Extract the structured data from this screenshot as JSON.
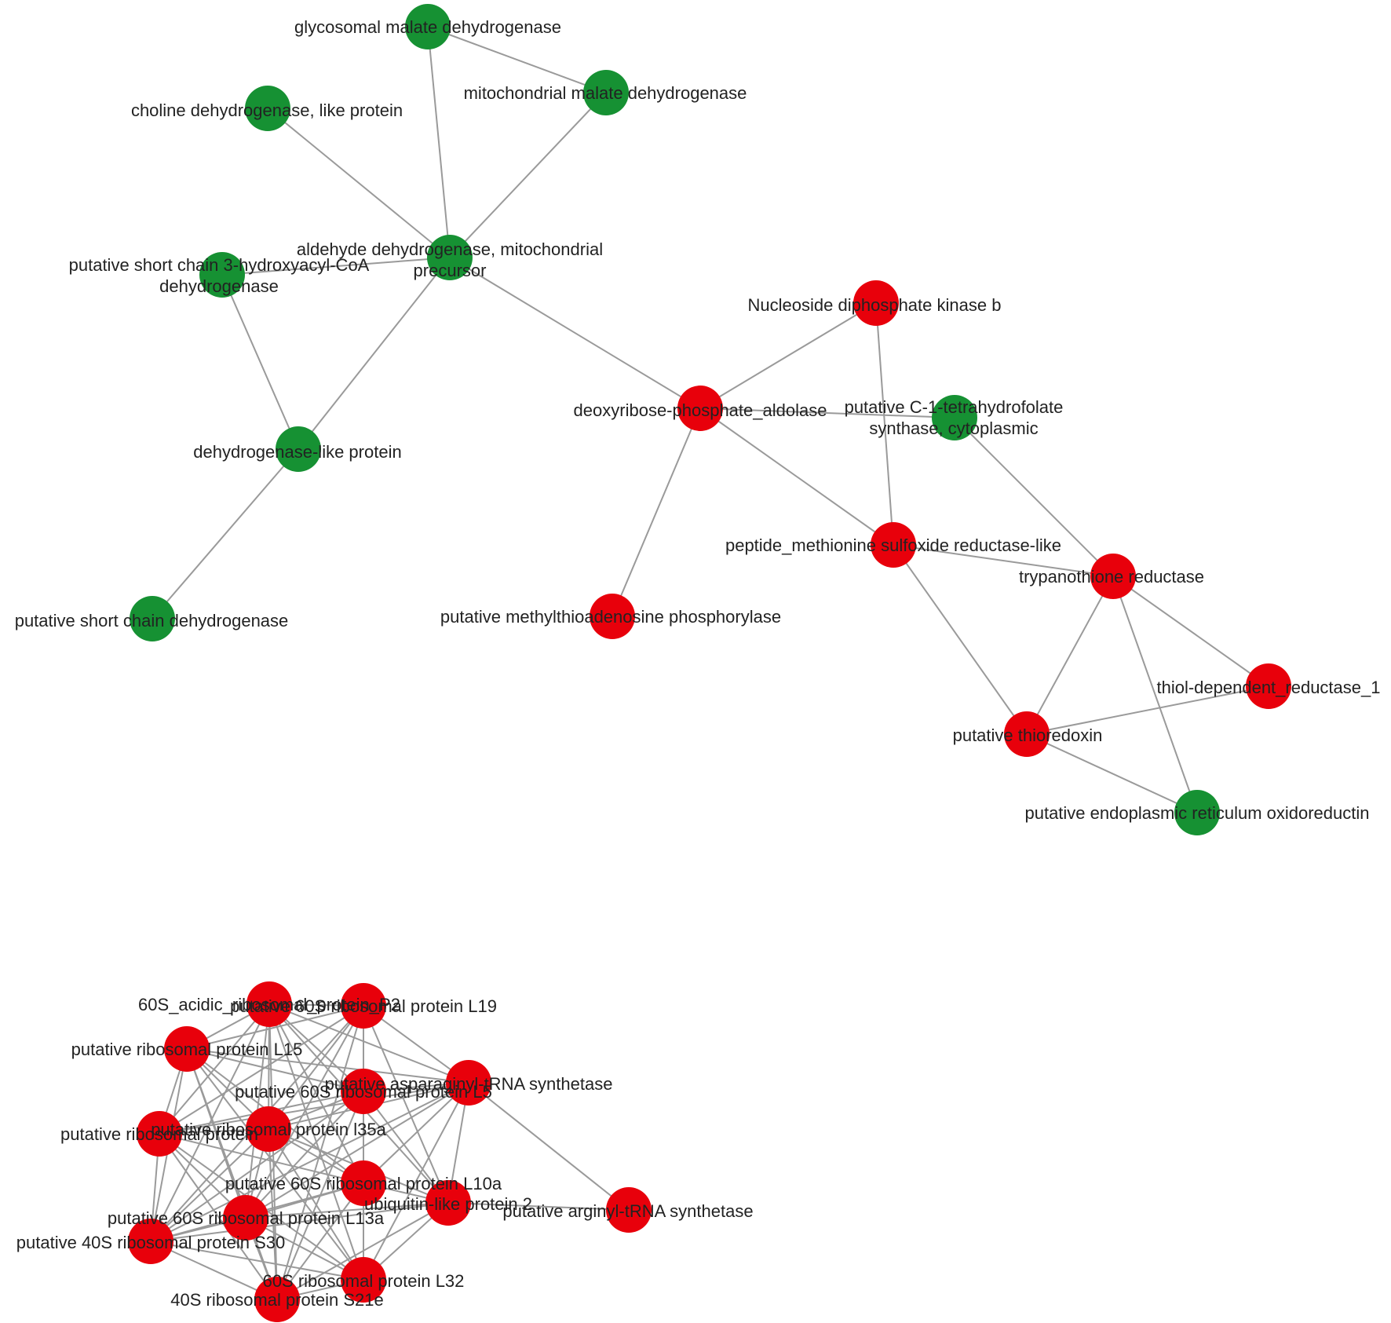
{
  "colors": {
    "up": "#e8000b",
    "down": "#169133",
    "edge": "#9a9a9a",
    "label": "#222222"
  },
  "nodes": [
    {
      "id": "gmd",
      "status": "down",
      "label": [
        "glycosomal malate dehydrogenase"
      ]
    },
    {
      "id": "mmd",
      "status": "down",
      "label": [
        "mitochondrial malate dehydrogenase"
      ]
    },
    {
      "id": "cdh",
      "status": "down",
      "label": [
        "choline dehydrogenase, like protein"
      ]
    },
    {
      "id": "aldh",
      "status": "down",
      "label": [
        "aldehyde dehydrogenase, mitochondrial",
        "precursor"
      ]
    },
    {
      "id": "schad",
      "status": "down",
      "label": [
        "putative short chain 3-hydroxyacyl-CoA",
        "dehydrogenase"
      ]
    },
    {
      "id": "dhlp",
      "status": "down",
      "label": [
        "dehydrogenase-like protein"
      ]
    },
    {
      "id": "scd",
      "status": "down",
      "label": [
        "putative short chain dehydrogenase"
      ]
    },
    {
      "id": "ndk",
      "status": "up",
      "label": [
        "Nucleoside diphosphate kinase b"
      ]
    },
    {
      "id": "dpa",
      "status": "up",
      "label": [
        "deoxyribose-phosphate_aldolase"
      ]
    },
    {
      "id": "c1thf",
      "status": "down",
      "label": [
        "putative C-1-tetrahydrofolate",
        "synthase, cytoplasmic"
      ]
    },
    {
      "id": "msr",
      "status": "up",
      "label": [
        "peptide_methionine sulfoxide reductase-like"
      ]
    },
    {
      "id": "mtap",
      "status": "up",
      "label": [
        "putative methylthioadenosine phosphorylase"
      ]
    },
    {
      "id": "tryr",
      "status": "up",
      "label": [
        "trypanothione reductase"
      ]
    },
    {
      "id": "tdr1",
      "status": "up",
      "label": [
        "thiol-dependent_reductase_1"
      ]
    },
    {
      "id": "trx",
      "status": "up",
      "label": [
        "putative thioredoxin"
      ]
    },
    {
      "id": "ero",
      "status": "down",
      "label": [
        "putative endoplasmic reticulum oxidoreductin"
      ]
    },
    {
      "id": "p2",
      "status": "up",
      "label": [
        "60S_acidic_ribosomal_protein_P2"
      ]
    },
    {
      "id": "l19",
      "status": "up",
      "label": [
        "putative 60S ribosomal protein L19"
      ]
    },
    {
      "id": "l15",
      "status": "up",
      "label": [
        "putative ribosomal protein L15"
      ]
    },
    {
      "id": "asnrs",
      "status": "up",
      "label": [
        "putative asparaginyl-tRNA synthetase"
      ]
    },
    {
      "id": "l5",
      "status": "up",
      "label": [
        "putative 60S ribosomal protein L5"
      ]
    },
    {
      "id": "l35a",
      "status": "up",
      "label": [
        "putative ribosomal protein l35a"
      ]
    },
    {
      "id": "rp",
      "status": "up",
      "label": [
        "putative ribosomal protein"
      ]
    },
    {
      "id": "l10a",
      "status": "up",
      "label": [
        "putative 60S ribosomal protein L10a"
      ]
    },
    {
      "id": "ubl2",
      "status": "up",
      "label": [
        "ubiquitin-like protein 2"
      ]
    },
    {
      "id": "l13a",
      "status": "up",
      "label": [
        "putative 60S ribosomal protein L13a"
      ]
    },
    {
      "id": "argrs",
      "status": "up",
      "label": [
        "putative arginyl-tRNA synthetase"
      ]
    },
    {
      "id": "s30",
      "status": "up",
      "label": [
        "putative 40S ribosomal protein S30"
      ]
    },
    {
      "id": "l32",
      "status": "up",
      "label": [
        "60S ribosomal protein L32"
      ]
    },
    {
      "id": "s21e",
      "status": "up",
      "label": [
        "40S ribosomal protein S21e"
      ]
    }
  ],
  "edges": [
    [
      "gmd",
      "mmd"
    ],
    [
      "gmd",
      "aldh"
    ],
    [
      "mmd",
      "aldh"
    ],
    [
      "cdh",
      "aldh"
    ],
    [
      "schad",
      "aldh"
    ],
    [
      "aldh",
      "dhlp"
    ],
    [
      "aldh",
      "dpa"
    ],
    [
      "schad",
      "dhlp"
    ],
    [
      "dhlp",
      "scd"
    ],
    [
      "dpa",
      "ndk"
    ],
    [
      "dpa",
      "c1thf"
    ],
    [
      "dpa",
      "msr"
    ],
    [
      "dpa",
      "mtap"
    ],
    [
      "ndk",
      "msr"
    ],
    [
      "c1thf",
      "tryr"
    ],
    [
      "msr",
      "tryr"
    ],
    [
      "msr",
      "trx"
    ],
    [
      "tryr",
      "trx"
    ],
    [
      "tryr",
      "tdr1"
    ],
    [
      "tryr",
      "ero"
    ],
    [
      "trx",
      "tdr1"
    ],
    [
      "trx",
      "ero"
    ],
    [
      "asnrs",
      "argrs"
    ],
    [
      "ubl2",
      "argrs"
    ],
    [
      "p2",
      "l19"
    ],
    [
      "p2",
      "l15"
    ],
    [
      "p2",
      "asnrs"
    ],
    [
      "p2",
      "l5"
    ],
    [
      "p2",
      "l35a"
    ],
    [
      "p2",
      "rp"
    ],
    [
      "p2",
      "l10a"
    ],
    [
      "p2",
      "ubl2"
    ],
    [
      "p2",
      "l13a"
    ],
    [
      "p2",
      "s30"
    ],
    [
      "p2",
      "l32"
    ],
    [
      "p2",
      "s21e"
    ],
    [
      "l19",
      "l15"
    ],
    [
      "l19",
      "asnrs"
    ],
    [
      "l19",
      "l5"
    ],
    [
      "l19",
      "l35a"
    ],
    [
      "l19",
      "rp"
    ],
    [
      "l19",
      "l10a"
    ],
    [
      "l19",
      "ubl2"
    ],
    [
      "l19",
      "l13a"
    ],
    [
      "l19",
      "s30"
    ],
    [
      "l19",
      "l32"
    ],
    [
      "l19",
      "s21e"
    ],
    [
      "l15",
      "asnrs"
    ],
    [
      "l15",
      "l5"
    ],
    [
      "l15",
      "l35a"
    ],
    [
      "l15",
      "rp"
    ],
    [
      "l15",
      "l10a"
    ],
    [
      "l15",
      "l13a"
    ],
    [
      "l15",
      "s30"
    ],
    [
      "l15",
      "l32"
    ],
    [
      "l15",
      "s21e"
    ],
    [
      "asnrs",
      "l5"
    ],
    [
      "asnrs",
      "l35a"
    ],
    [
      "asnrs",
      "rp"
    ],
    [
      "asnrs",
      "l10a"
    ],
    [
      "asnrs",
      "ubl2"
    ],
    [
      "asnrs",
      "l13a"
    ],
    [
      "asnrs",
      "s30"
    ],
    [
      "asnrs",
      "l32"
    ],
    [
      "l5",
      "l35a"
    ],
    [
      "l5",
      "rp"
    ],
    [
      "l5",
      "l10a"
    ],
    [
      "l5",
      "ubl2"
    ],
    [
      "l5",
      "l13a"
    ],
    [
      "l5",
      "s30"
    ],
    [
      "l5",
      "l32"
    ],
    [
      "l5",
      "s21e"
    ],
    [
      "l35a",
      "rp"
    ],
    [
      "l35a",
      "l10a"
    ],
    [
      "l35a",
      "ubl2"
    ],
    [
      "l35a",
      "l13a"
    ],
    [
      "l35a",
      "s30"
    ],
    [
      "l35a",
      "l32"
    ],
    [
      "l35a",
      "s21e"
    ],
    [
      "rp",
      "l10a"
    ],
    [
      "rp",
      "l13a"
    ],
    [
      "rp",
      "s30"
    ],
    [
      "rp",
      "l32"
    ],
    [
      "rp",
      "s21e"
    ],
    [
      "l10a",
      "ubl2"
    ],
    [
      "l10a",
      "l13a"
    ],
    [
      "l10a",
      "s30"
    ],
    [
      "l10a",
      "l32"
    ],
    [
      "l10a",
      "s21e"
    ],
    [
      "ubl2",
      "l13a"
    ],
    [
      "ubl2",
      "s30"
    ],
    [
      "ubl2",
      "l32"
    ],
    [
      "ubl2",
      "s21e"
    ],
    [
      "l13a",
      "s30"
    ],
    [
      "l13a",
      "l32"
    ],
    [
      "l13a",
      "s21e"
    ],
    [
      "s30",
      "l32"
    ],
    [
      "s30",
      "s21e"
    ],
    [
      "l32",
      "s21e"
    ]
  ]
}
